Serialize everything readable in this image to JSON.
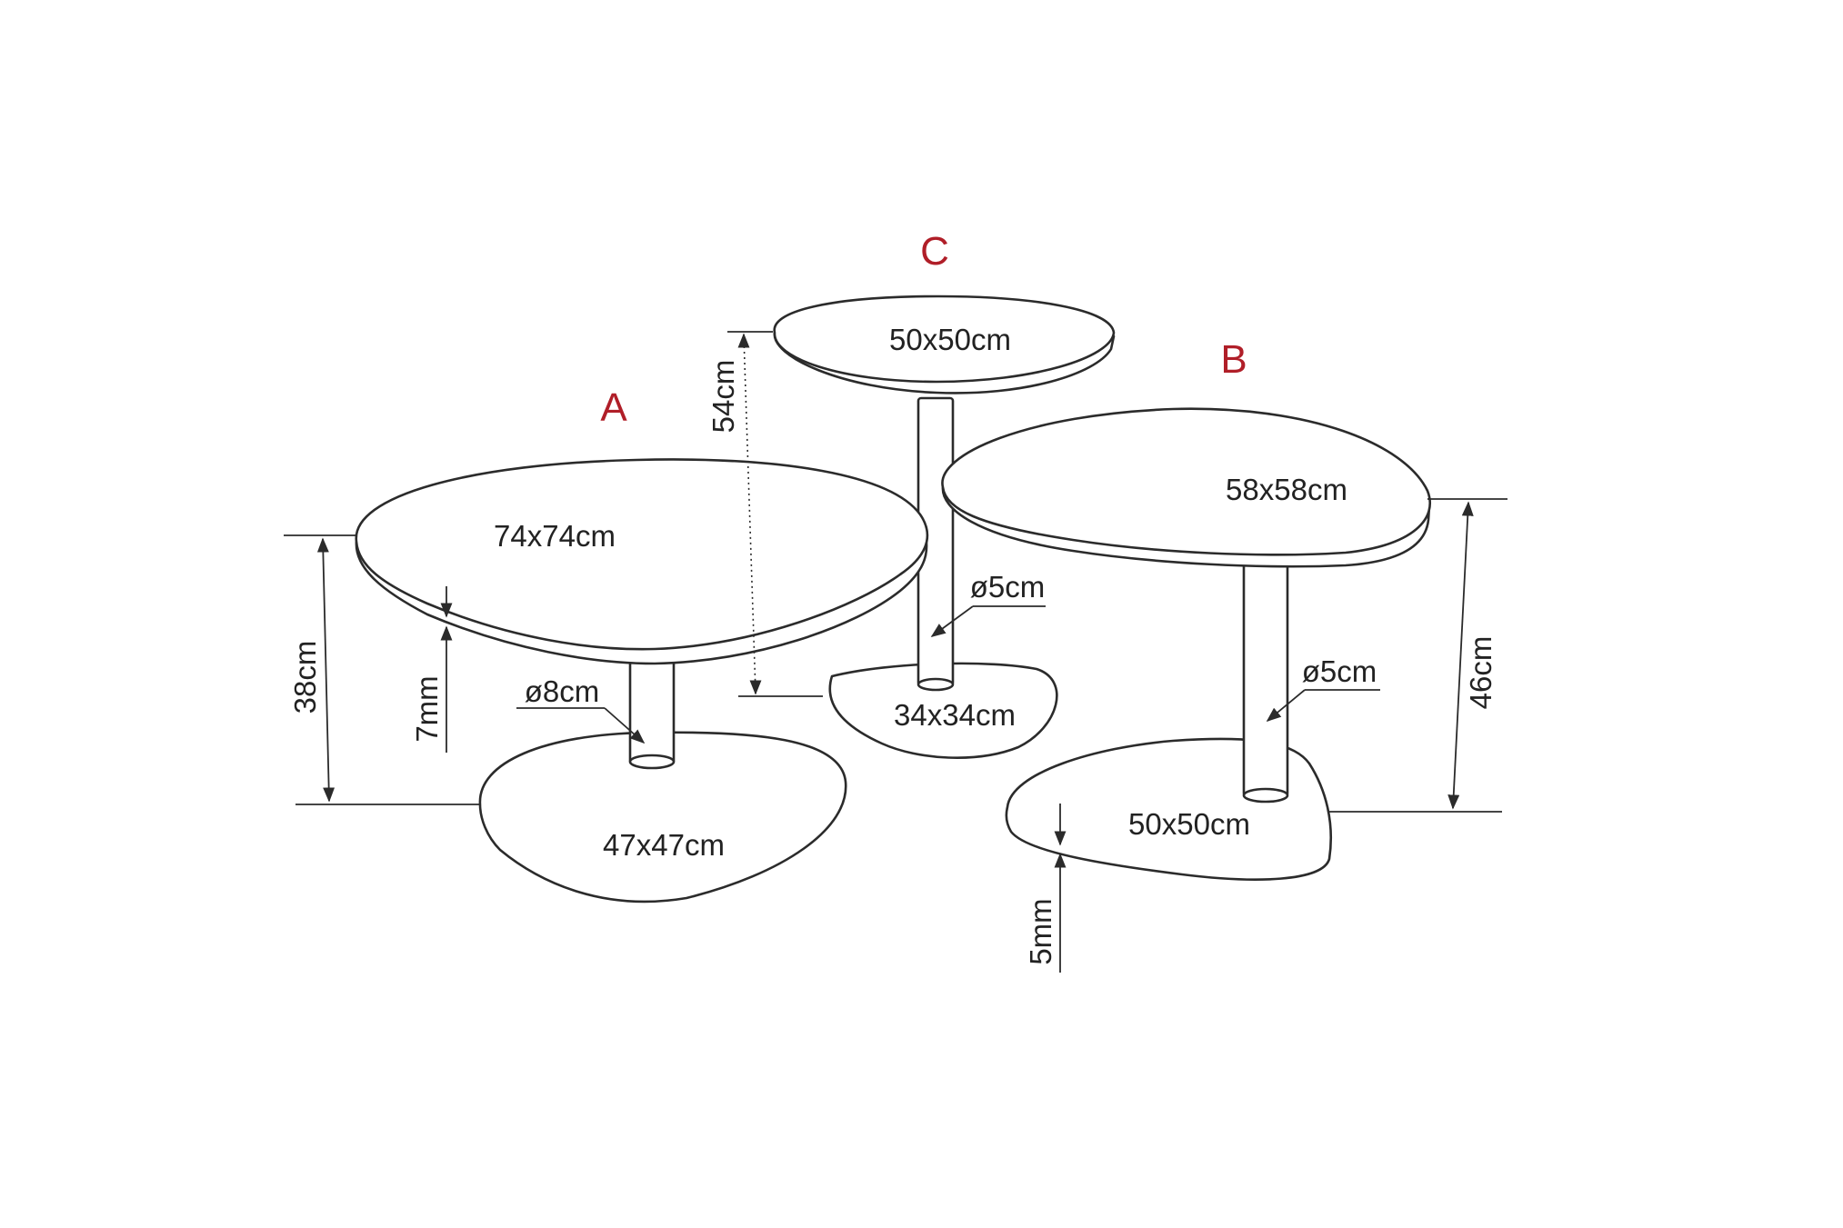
{
  "tables": {
    "a": {
      "letter": "A",
      "top_size": "74x74cm",
      "base_size": "47x47cm",
      "height": "38cm",
      "top_thickness": "7mm",
      "column_diameter": "ø8cm"
    },
    "b": {
      "letter": "B",
      "top_size": "58x58cm",
      "base_size": "50x50cm",
      "height": "46cm",
      "base_thickness": "5mm",
      "column_diameter": "ø5cm"
    },
    "c": {
      "letter": "C",
      "top_size": "50x50cm",
      "base_size": "34x34cm",
      "height": "54cm",
      "column_diameter": "ø5cm"
    }
  },
  "colors": {
    "label_letter": "#b01e28",
    "line": "#2b2b2b",
    "background": "#ffffff"
  }
}
